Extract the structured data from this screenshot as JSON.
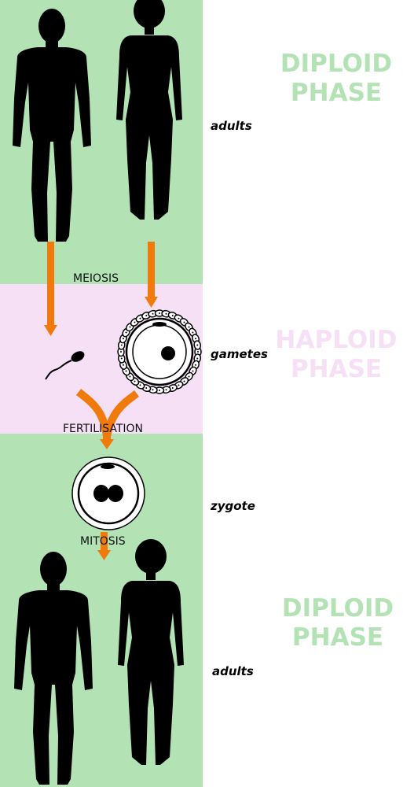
{
  "colors": {
    "diploid_bg": "#b3e3b5",
    "haploid_bg": "#f6e0f6",
    "diploid_text": "#b3e3b5",
    "haploid_text": "#f6e0f6",
    "arrow": "#f07a0c",
    "silhouette": "#000000"
  },
  "phases": {
    "top_line1": "DIPLOID",
    "top_line2": "PHASE",
    "mid_line1": "HAPLOID",
    "mid_line2": "PHASE",
    "bottom_line1": "DIPLOID",
    "bottom_line2": "PHASE"
  },
  "stages": {
    "adults_top": "adults",
    "gametes": "gametes",
    "zygote": "zygote",
    "adults_bottom": "adults"
  },
  "processes": {
    "meiosis": "MEIOSIS",
    "fertilisation": "FERTILISATION",
    "mitosis": "MITOSIS"
  },
  "icons": [
    "male-silhouette-icon",
    "female-silhouette-icon",
    "sperm-icon",
    "egg-cell-icon",
    "zygote-icon"
  ]
}
